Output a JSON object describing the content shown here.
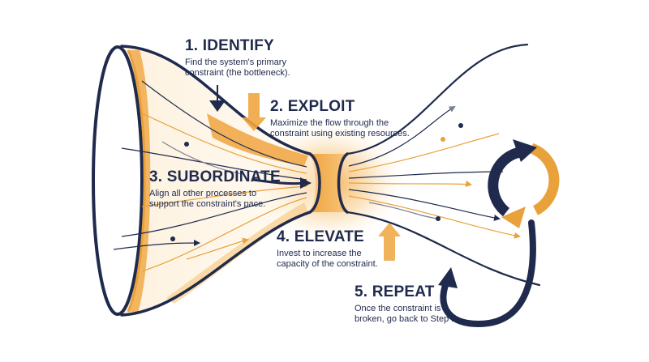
{
  "steps": [
    {
      "title": "1. IDENTIFY",
      "lines": [
        "Find the system's primary",
        "constraint (the bottleneck)."
      ]
    },
    {
      "title": "2. EXPLOIT",
      "lines": [
        "Maximize the flow through the",
        "constraint using existing resources."
      ]
    },
    {
      "title": "3. SUBORDINATE",
      "lines": [
        "Align all other processes to",
        "support the constraint's pace."
      ]
    },
    {
      "title": "4. ELEVATE",
      "lines": [
        "Invest to increase the",
        "capacity of the constraint."
      ]
    },
    {
      "title": "5. REPEAT",
      "lines": [
        "Once the constraint is",
        "broken, go back to Step 1."
      ]
    }
  ],
  "colors": {
    "navy": "#1f2a4d",
    "orange": "#e9a23b",
    "light_orange": "#f6c77a"
  }
}
